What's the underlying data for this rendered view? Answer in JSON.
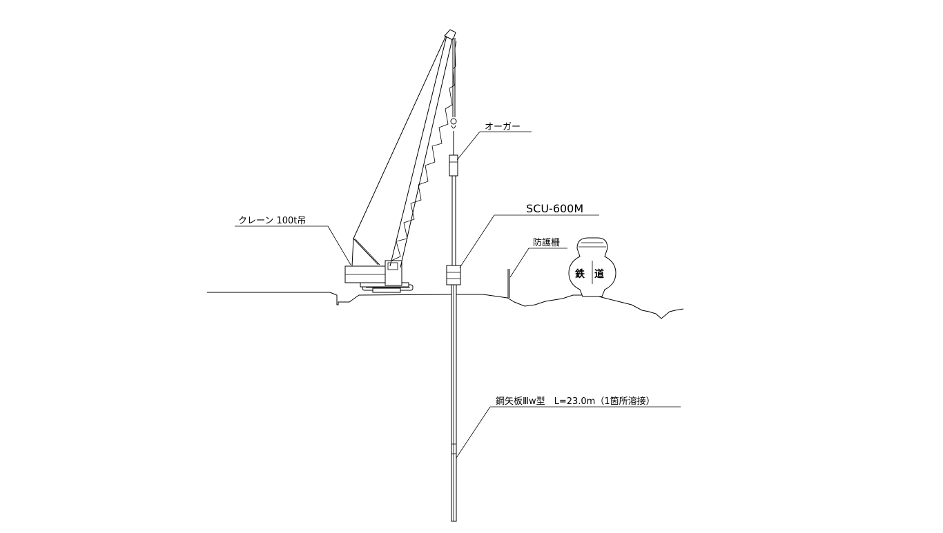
{
  "labels": {
    "auger": "オーガー",
    "crane": "クレーン 100t吊",
    "scu": "SCU-600M",
    "fence": "防護柵",
    "railway_left": "鉄",
    "railway_right": "道",
    "sheet_pile": "鋼矢板Ⅲw型　L=23.0m（1箇所溶接）"
  },
  "colors": {
    "line": "#000000",
    "background": "#ffffff"
  }
}
